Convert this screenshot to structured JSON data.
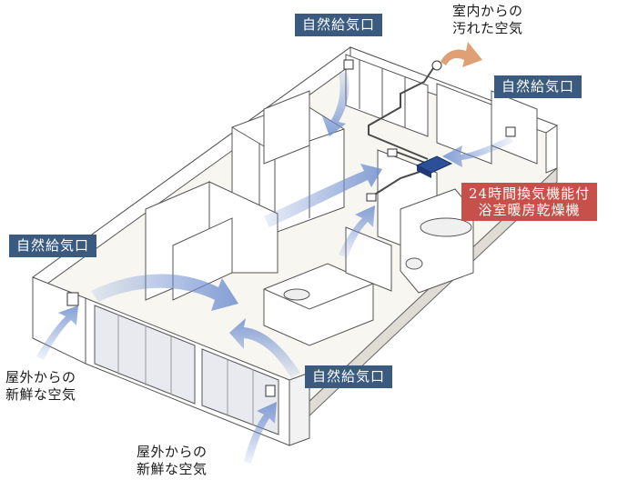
{
  "labels": {
    "inlet_top": "自然給気口",
    "inlet_right": "自然給気口",
    "inlet_left": "自然給気口",
    "inlet_bottom": "自然給気口",
    "exhaust_line1": "室内からの",
    "exhaust_line2": "汚れた空気",
    "fan_line1": "24時間換気機能付",
    "fan_line2": "浴室暖房乾燥機",
    "fresh_left_line1": "屋外からの",
    "fresh_left_line2": "新鮮な空気",
    "fresh_bottom_line1": "屋外からの",
    "fresh_bottom_line2": "新鮮な空気"
  },
  "colors": {
    "label_blue": "#3a5a80",
    "label_red": "#c8504a",
    "airflow_blue": "#6f8fd0",
    "exhaust_orange": "#d9915a",
    "wall_line": "#555555"
  }
}
